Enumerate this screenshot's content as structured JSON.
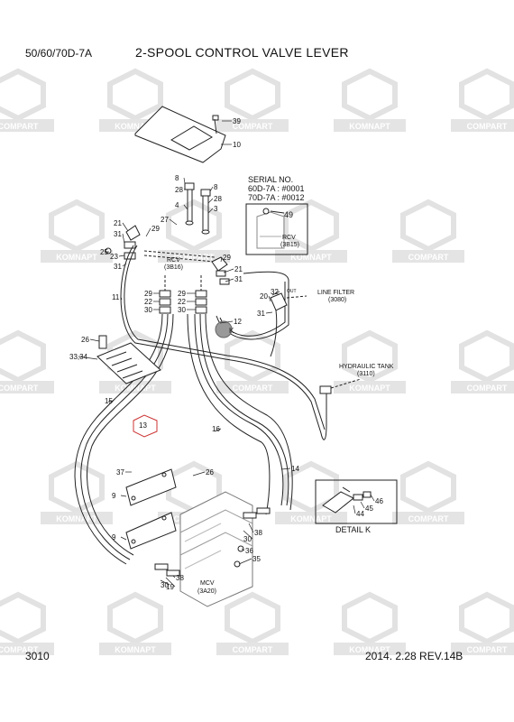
{
  "header": {
    "model": "50/60/70D-7A",
    "title": "2-SPOOL CONTROL VALVE LEVER"
  },
  "footer": {
    "page_number": "3010",
    "revision": "2014. 2.28  REV.14B"
  },
  "watermark": {
    "text_a": "KOMNAPT",
    "text_b": "COMPART"
  },
  "serial_box": {
    "title": "SERIAL NO.",
    "line1": "60D-7A : #0001",
    "line2": "70D-7A : #0012",
    "ref_part": "49",
    "rcv_label": "RCV",
    "rcv_code": "(3B15)"
  },
  "refs": {
    "rcv_main": "RCV",
    "rcv_main_code": "(3B16)",
    "line_filter": "LINE FILTER",
    "line_filter_code": "(3080)",
    "hydraulic_tank": "HYDRAULIC TANK",
    "hydraulic_tank_code": "(3110)",
    "mcv": "MCV",
    "mcv_code": "(3A20)",
    "detail_k": "DETAIL K",
    "k_marker": "K",
    "out_label": "OUT",
    "item_13": "13"
  },
  "callouts": [
    {
      "label": "39"
    },
    {
      "label": "10"
    },
    {
      "label": "8"
    },
    {
      "label": "28"
    },
    {
      "label": "4"
    },
    {
      "label": "8"
    },
    {
      "label": "28"
    },
    {
      "label": "3"
    },
    {
      "label": "21"
    },
    {
      "label": "27"
    },
    {
      "label": "29"
    },
    {
      "label": "31"
    },
    {
      "label": "25"
    },
    {
      "label": "23"
    },
    {
      "label": "31"
    },
    {
      "label": "29"
    },
    {
      "label": "21"
    },
    {
      "label": "31"
    },
    {
      "label": "11"
    },
    {
      "label": "29"
    },
    {
      "label": "22"
    },
    {
      "label": "30"
    },
    {
      "label": "29"
    },
    {
      "label": "22"
    },
    {
      "label": "30"
    },
    {
      "label": "12"
    },
    {
      "label": "32"
    },
    {
      "label": "20"
    },
    {
      "label": "31"
    },
    {
      "label": "26"
    },
    {
      "label": "33,34"
    },
    {
      "label": "15"
    },
    {
      "label": "16"
    },
    {
      "label": "14"
    },
    {
      "label": "37"
    },
    {
      "label": "26"
    },
    {
      "label": "9"
    },
    {
      "label": "9"
    },
    {
      "label": "38"
    },
    {
      "label": "30"
    },
    {
      "label": "19"
    },
    {
      "label": "38"
    },
    {
      "label": "30"
    },
    {
      "label": "36"
    },
    {
      "label": "35"
    },
    {
      "label": "46"
    },
    {
      "label": "45"
    },
    {
      "label": "44"
    }
  ]
}
